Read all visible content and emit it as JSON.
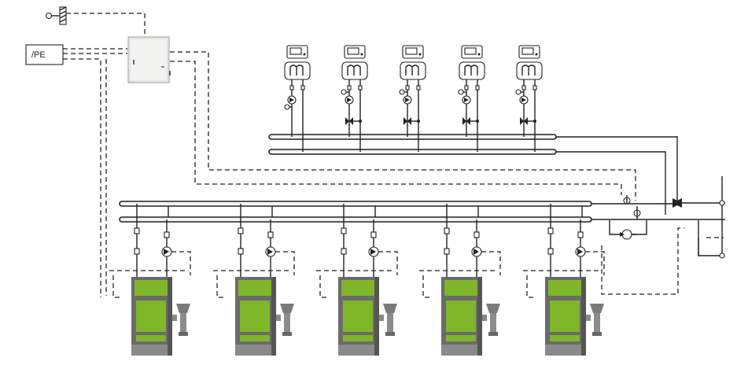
{
  "labels": {
    "pe_box": "/PE"
  },
  "colors": {
    "boiler_green": "#7fb62a",
    "boiler_dark": "#6b6b6b",
    "boiler_mid": "#8a8a8a",
    "pipe_line": "#222222",
    "panel_fill": "#f2f3f1"
  },
  "boilers": [
    {
      "id": "boiler-1"
    },
    {
      "id": "boiler-2"
    },
    {
      "id": "boiler-3"
    },
    {
      "id": "boiler-4"
    },
    {
      "id": "boiler-5"
    }
  ],
  "heating_circuits": [
    {
      "id": "circuit-1"
    },
    {
      "id": "circuit-2"
    },
    {
      "id": "circuit-3"
    },
    {
      "id": "circuit-4"
    },
    {
      "id": "circuit-5"
    }
  ],
  "icons": {
    "controller": "control-panel-icon",
    "thermostat": "room-controller-icon",
    "radiator": "radiator-icon",
    "pump": "pump-icon",
    "mixing_valve": "mixing-valve-icon",
    "sensor": "temperature-sensor-icon"
  }
}
